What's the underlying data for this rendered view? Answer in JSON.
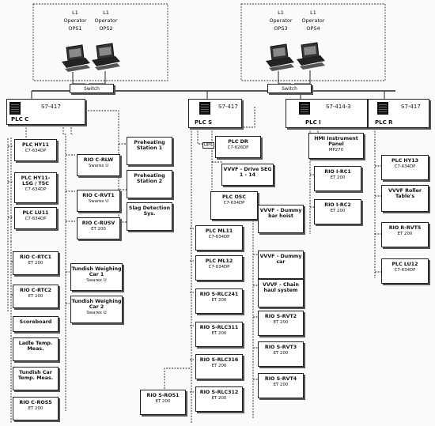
{
  "operators": [
    {
      "level": "L1",
      "role": "Operator",
      "id": "OPS1"
    },
    {
      "level": "L1",
      "role": "Operator",
      "id": "OPS2"
    },
    {
      "level": "L1",
      "role": "Operator",
      "id": "OPS3"
    },
    {
      "level": "L1",
      "role": "Operator",
      "id": "OPS4"
    }
  ],
  "switches": [
    "Switch",
    "Switch"
  ],
  "plcs": [
    {
      "name": "PLC C",
      "model": "S7-417"
    },
    {
      "name": "PLC S",
      "model": "S7-417"
    },
    {
      "name": "PLC I",
      "model": "S7-414-3"
    },
    {
      "name": "PLC R",
      "model": "S7-417"
    }
  ],
  "plc_c_left": [
    {
      "title": "PLC HY11",
      "sub": "C7-634DP"
    },
    {
      "title": "PLC HY11- LSG / TSC",
      "sub": "C7-634DP"
    },
    {
      "title": "PLC LU11",
      "sub": "C7-634DP"
    }
  ],
  "plc_c_rio": [
    {
      "title": "RIO C-RLW",
      "sub": "Swarex U"
    },
    {
      "title": "RIO C-RVT1",
      "sub": "Swarex U"
    },
    {
      "title": "RIO C-RUSV",
      "sub": "ET 200"
    }
  ],
  "plc_c_stations": [
    {
      "title": "Preheating Station 1"
    },
    {
      "title": "Preheating Station 2"
    },
    {
      "title": "Slag Detection Sys."
    }
  ],
  "plc_c_bottom": [
    {
      "title": "RIO C-RTC1",
      "sub": "ET 200"
    },
    {
      "title": "RIO C-RTC2",
      "sub": "ET 200"
    },
    {
      "title": "Scoreboard",
      "sub": ""
    },
    {
      "title": "Ladle Temp. Meas.",
      "sub": ""
    },
    {
      "title": "Tundish Car Temp. Meas.",
      "sub": ""
    },
    {
      "title": "RIO C-ROS5",
      "sub": "ET 200"
    }
  ],
  "tundish": [
    {
      "title": "Tundish Weighing Car 1",
      "sub": "Swarex U"
    },
    {
      "title": "Tundish Weighing Car 2",
      "sub": "Swarex U"
    }
  ],
  "plc_s_top": {
    "ups": "UPS",
    "title": "PLC DR",
    "sub": "C7-626DP"
  },
  "vvvf_drive": {
    "title": "VVVF - Drive SEG 1 - 14"
  },
  "plc_osc": {
    "title": "PLC OSC",
    "sub": "C7-634DP"
  },
  "plc_s_left": [
    {
      "title": "PLC ML11",
      "sub": "C7-634DP"
    },
    {
      "title": "PLC ML12",
      "sub": "C7-634DP"
    },
    {
      "title": "RIO S-RLC241",
      "sub": "ET 200"
    },
    {
      "title": "RIO S-RLC311",
      "sub": "ET 200"
    },
    {
      "title": "RIO S-RLC316",
      "sub": "ET 200"
    },
    {
      "title": "RIO S-RLC312",
      "sub": "ET 200"
    }
  ],
  "plc_s_ros1": {
    "title": "RIO S-ROS1",
    "sub": "ET 200"
  },
  "plc_s_right": [
    {
      "title": "VVVF - Dummy bar hoist",
      "sub": ""
    },
    {
      "title": "VVVF - Dummy car",
      "sub": ""
    },
    {
      "title": "VVVF - Chain haul system",
      "sub": ""
    },
    {
      "title": "RIO S-RVT2",
      "sub": "ET 200"
    },
    {
      "title": "RIO S-RVT3",
      "sub": "ET 200"
    },
    {
      "title": "RIO S-RVT4",
      "sub": "ET 200"
    }
  ],
  "plc_i_items": [
    {
      "title": "HMI Instrument Panel",
      "sub": "MP270"
    },
    {
      "title": "RIO I-RC1",
      "sub": "ET 200"
    },
    {
      "title": "RIO I-RC2",
      "sub": "ET 200"
    }
  ],
  "plc_r_items": [
    {
      "title": "PLC HY13",
      "sub": "C7-634DP"
    },
    {
      "title": "VVVF Roller Table's",
      "sub": ""
    },
    {
      "title": "RIO R-RVT5",
      "sub": "ET 200"
    },
    {
      "title": "PLC LU12",
      "sub": "C7-634DP"
    }
  ]
}
